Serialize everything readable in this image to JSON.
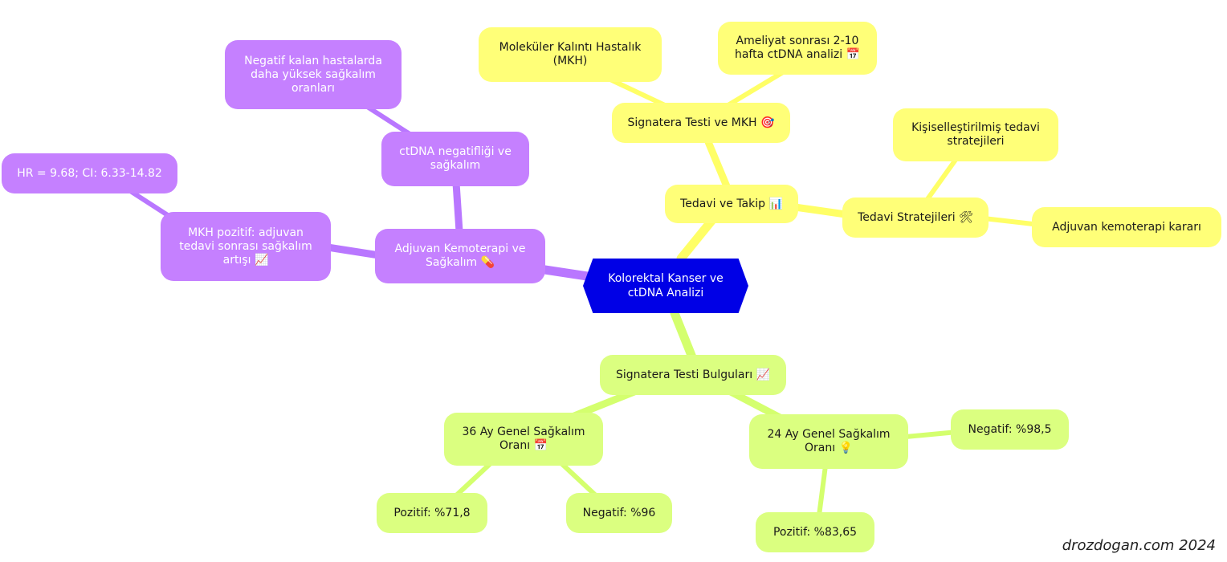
{
  "colors": {
    "root": "#0000e6",
    "yellow": "#ffff78",
    "yellow_edge": "#ffff66",
    "purple": "#c580ff",
    "purple_edge": "#b977ff",
    "green": "#dbff80",
    "green_edge": "#d4ff6e"
  },
  "nodes": {
    "root": "Kolorektal Kanser ve ctDNA Analizi",
    "treatment_followup": "Tedavi ve Takip 📊",
    "signatera_mkh": "Signatera Testi ve MKH 🎯",
    "mkh_definition": "Moleküler Kalıntı Hastalık (MKH)",
    "postop_analysis": "Ameliyat sonrası 2-10 hafta ctDNA analizi 📅",
    "treatment_strategies": "Tedavi Stratejileri 🛠",
    "personalized": "Kişiselleştirilmiş tedavi stratejileri",
    "adjuvant_decision": "Adjuvan kemoterapi kararı",
    "adjuvant_survival": "Adjuvan Kemoterapi ve Sağkalım 💊",
    "ctdna_negativity": "ctDNA negatifliği ve sağkalım",
    "negative_higher": "Negatif kalan hastalarda daha yüksek sağkalım oranları",
    "mkh_positive": "MKH pozitif: adjuvan tedavi sonrası sağkalım artışı 📈",
    "hr_ci": "HR = 9.68; CI: 6.33-14.82",
    "signatera_findings": "Signatera Testi Bulguları 📈",
    "os36": "36 Ay Genel Sağkalım Oranı 📅",
    "os36_pos": "Pozitif: %71,8",
    "os36_neg": "Negatif: %96",
    "os24": "24 Ay Genel Sağkalım Oranı 💡",
    "os24_neg": "Negatif: %98,5",
    "os24_pos": "Pozitif: %83,65"
  },
  "watermark": "drozdogan.com 2024"
}
